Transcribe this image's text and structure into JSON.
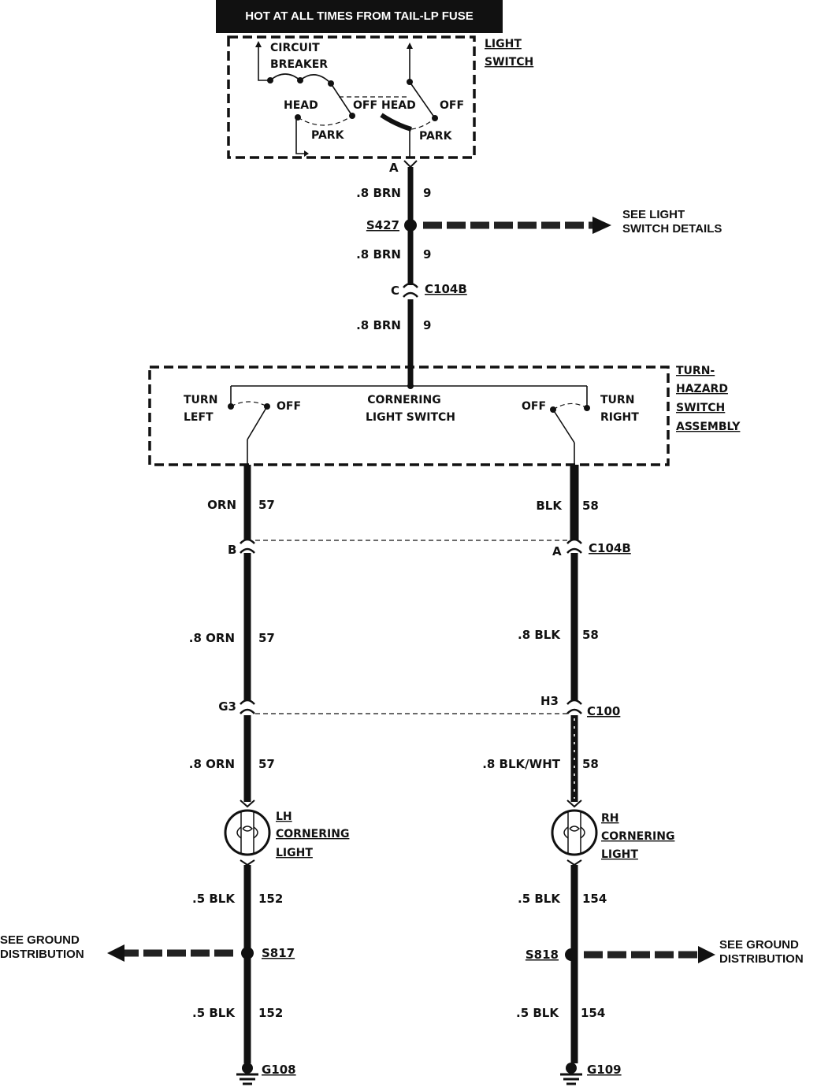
{
  "header": {
    "text": "HOT AT ALL TIMES FROM TAIL-LP FUSE"
  },
  "light_switch": {
    "title_line1": "LIGHT",
    "title_line2": "SWITCH",
    "circuit_breaker_line1": "CIRCUIT",
    "circuit_breaker_line2": "BREAKER",
    "head_left": "HEAD",
    "off_left": "OFF",
    "park_left": "PARK",
    "head_right": "HEAD",
    "off_right": "OFF",
    "park_right": "PARK"
  },
  "top_wire": {
    "terminal": "A",
    "seg1_gauge": ".8 BRN",
    "seg1_circuit": "9",
    "splice": "S427",
    "see_details_line1": "SEE LIGHT",
    "see_details_line2": "SWITCH DETAILS",
    "seg2_gauge": ".8 BRN",
    "seg2_circuit": "9",
    "conn_pin": "C",
    "conn_name": "C104B",
    "seg3_gauge": ".8 BRN",
    "seg3_circuit": "9"
  },
  "turn_switch": {
    "title_line1": "TURN-",
    "title_line2": "HAZARD",
    "title_line3": "SWITCH",
    "title_line4": "ASSEMBLY",
    "turn_left_line1": "TURN",
    "turn_left_line2": "LEFT",
    "off_left": "OFF",
    "cornering_line1": "CORNERING",
    "cornering_line2": "LIGHT SWITCH",
    "off_right": "OFF",
    "turn_right_line1": "TURN",
    "turn_right_line2": "RIGHT"
  },
  "left_circuit": {
    "seg1_gauge": "ORN",
    "seg1_circuit": "57",
    "conn1_pin": "B",
    "seg2_gauge": ".8 ORN",
    "seg2_circuit": "57",
    "conn2_pin": "G3",
    "seg3_gauge": ".8 ORN",
    "seg3_circuit": "57",
    "lamp_line1": "LH",
    "lamp_line2": "CORNERING",
    "lamp_line3": "LIGHT",
    "seg4_gauge": ".5 BLK",
    "seg4_circuit": "152",
    "splice": "S817",
    "ground_ref_line1": "SEE GROUND",
    "ground_ref_line2": "DISTRIBUTION",
    "seg5_gauge": ".5 BLK",
    "seg5_circuit": "152",
    "ground": "G108"
  },
  "right_circuit": {
    "seg1_gauge": "BLK",
    "seg1_circuit": "58",
    "conn1_pin": "A",
    "conn1_name": "C104B",
    "seg2_gauge": ".8 BLK",
    "seg2_circuit": "58",
    "conn2_pin": "H3",
    "conn2_name": "C100",
    "seg3_gauge": ".8 BLK/WHT",
    "seg3_circuit": "58",
    "lamp_line1": "RH",
    "lamp_line2": "CORNERING",
    "lamp_line3": "LIGHT",
    "seg4_gauge": ".5 BLK",
    "seg4_circuit": "154",
    "splice": "S818",
    "ground_ref_line1": "SEE GROUND",
    "ground_ref_line2": "DISTRIBUTION",
    "seg5_gauge": ".5 BLK",
    "seg5_circuit": "154",
    "ground": "G109"
  }
}
